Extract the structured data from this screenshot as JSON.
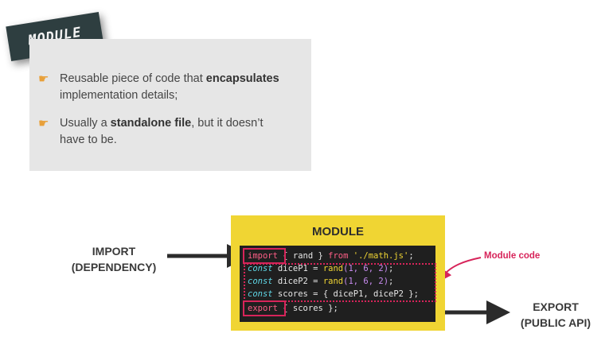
{
  "title": "MODULE",
  "definition": {
    "bullets": [
      {
        "icon": "pointing-hand-icon",
        "before": "Reusable piece of code that ",
        "bold": "encapsulates",
        "after": " implementation details;"
      },
      {
        "icon": "pointing-hand-icon",
        "before": "Usually a ",
        "bold": "standalone file",
        "after": ", but it doesn’t have to be."
      }
    ]
  },
  "diagram": {
    "module_title": "MODULE",
    "import_label": [
      "IMPORT",
      "(DEPENDENCY)"
    ],
    "export_label": [
      "EXPORT",
      "(PUBLIC API)"
    ],
    "module_code_label": "Module code",
    "code": {
      "line1": {
        "kw": "import",
        "a": " { rand } ",
        "from": "from",
        "str": " './math.js'",
        "end": ";"
      },
      "line2": {
        "kw": "const",
        "name": " diceP1 = ",
        "fn": "rand",
        "args": "(1, 6, 2)",
        "end": ";"
      },
      "line3": {
        "kw": "const",
        "name": " diceP2 = ",
        "fn": "rand",
        "args": "(1, 6, 2)",
        "end": ";"
      },
      "line4": {
        "kw": "const",
        "name": " scores = { diceP1, diceP2 }",
        "end": ";"
      },
      "line5": {
        "kw": "export",
        "rest": " { scores }",
        "end": ";"
      }
    },
    "colors": {
      "yellow": "#f0d533",
      "highlight": "#d7245a",
      "code_bg": "#1f1f1f",
      "tag_bg": "#2e3e40"
    }
  }
}
